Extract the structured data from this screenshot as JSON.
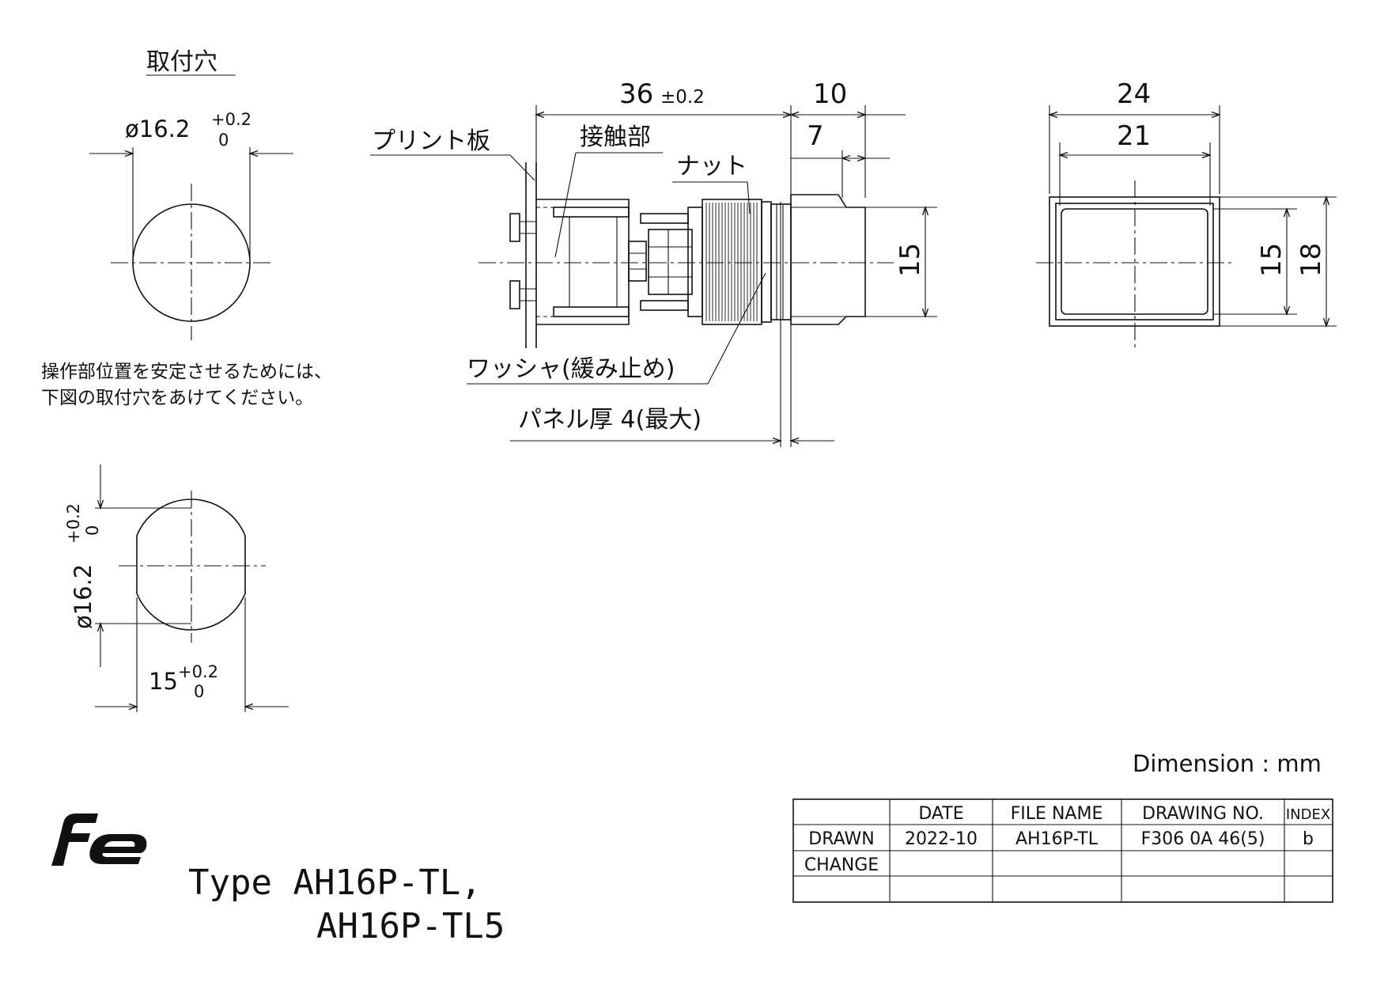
{
  "mounting_hole": {
    "title": "取付穴",
    "round_dia": "ø16.2",
    "round_tol_upper": "+0.2",
    "round_tol_lower": "0",
    "note_line1": "操作部位置を安定させるためには、",
    "note_line2": "下図の取付穴をあけてください。",
    "flat_dia": "ø16.2",
    "flat_dia_tol_upper": "+0.2",
    "flat_dia_tol_lower": "0",
    "flat_width": "15",
    "flat_width_tol_upper": "+0.2",
    "flat_width_tol_lower": "0"
  },
  "side_view": {
    "dim_length": "36",
    "dim_length_tol": "±0.2",
    "dim_10": "10",
    "dim_7": "7",
    "dim_height": "15",
    "label_pcb": "プリント板",
    "label_contact": "接触部",
    "label_nut": "ナット",
    "label_washer": "ワッシャ(緩み止め)",
    "label_panel": "パネル厚 4(最大)"
  },
  "front_view": {
    "dim_24": "24",
    "dim_21": "21",
    "dim_15": "15",
    "dim_18": "18"
  },
  "units_note": "Dimension : mm",
  "title_block": {
    "headers": [
      "",
      "DATE",
      "FILE NAME",
      "DRAWING NO.",
      "INDEX"
    ],
    "rows": [
      [
        "DRAWN",
        "2022-10",
        "AH16P-TL",
        "F306 0A 46(5)",
        "b"
      ],
      [
        "CHANGE",
        "",
        "",
        "",
        ""
      ],
      [
        "",
        "",
        "",
        "",
        ""
      ]
    ]
  },
  "logo_text": "Fe",
  "type_line1": "Type AH16P-TL,",
  "type_line2": "AH16P-TL5"
}
